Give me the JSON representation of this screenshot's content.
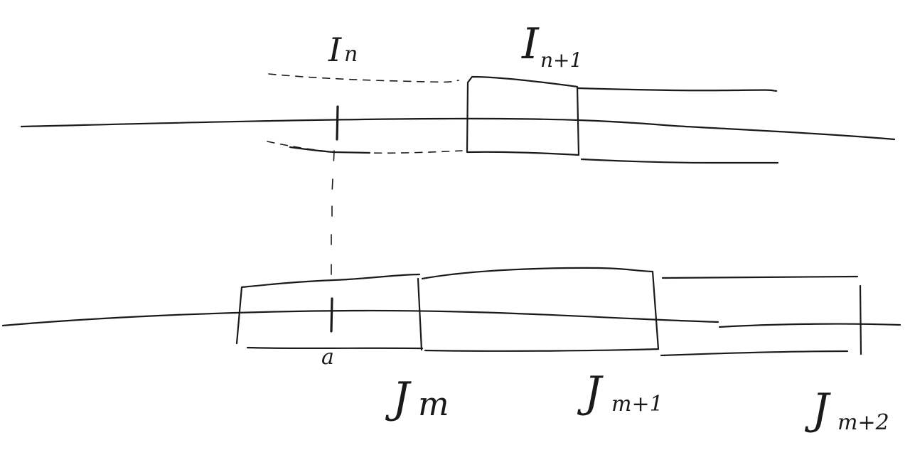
{
  "labels": {
    "i_n": {
      "main": "I",
      "sub": "n"
    },
    "i_n1": {
      "main": "I",
      "sub": "n+1"
    },
    "point_a": "a",
    "j_m": {
      "main": "J",
      "sub": "m"
    },
    "j_m1": {
      "main": "J",
      "sub": "m+1"
    },
    "j_m2": {
      "main": "J",
      "sub": "m+2"
    }
  },
  "colors": {
    "ink": "#1a1a1a",
    "paper": "#ffffff"
  }
}
